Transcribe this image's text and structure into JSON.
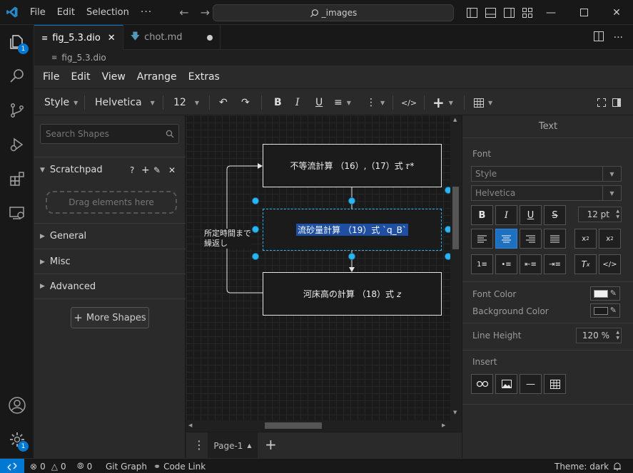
{
  "titlebar": {
    "menus": [
      "File",
      "Edit",
      "Selection"
    ],
    "more": "···",
    "search_text": "_images"
  },
  "activity": {
    "explorer_badge": "1",
    "settings_badge": "1"
  },
  "tabs": [
    {
      "label": "fig_5.3.dio",
      "active": true
    },
    {
      "label": "chot.md",
      "active": false
    }
  ],
  "breadcrumb": "fig_5.3.dio",
  "drawio": {
    "menu": [
      "File",
      "Edit",
      "View",
      "Arrange",
      "Extras"
    ],
    "toolbar": {
      "style": "Style",
      "font": "Helvetica",
      "size": "12"
    },
    "shapes": {
      "search_placeholder": "Search Shapes",
      "scratchpad": "Scratchpad",
      "scratchpad_help": "?",
      "drag_hint": "Drag elements here",
      "sections": [
        "General",
        "Misc",
        "Advanced"
      ],
      "more_shapes": "More Shapes"
    },
    "diagram": {
      "box1": "不等流計算 （16）,（17）式 𝜏*",
      "box2": "流砂量計算 （19）式 `q_B`",
      "box3": "河床高の計算 （18）式 𝑧",
      "loop_label_1": "所定時間まで",
      "loop_label_2": "繰返し"
    },
    "page_tab": "Page-1",
    "format": {
      "title": "Text",
      "font_label": "Font",
      "style_select": "Style",
      "font_select": "Helvetica",
      "font_size": "12 pt",
      "font_color": "Font Color",
      "background_color": "Background Color",
      "line_height_label": "Line Height",
      "line_height": "120 %",
      "insert_label": "Insert",
      "font_color_value": "#f0f0f0",
      "background_color_value": "#1b1b1b"
    }
  },
  "statusbar": {
    "errors": "0",
    "warnings": "0",
    "ports": "0",
    "git_graph": "Git Graph",
    "code_link": "Code Link",
    "theme": "Theme: dark"
  },
  "colors": {
    "accent": "#0078d4",
    "selection": "#29b6f2",
    "active_button": "#1d6fbf"
  }
}
